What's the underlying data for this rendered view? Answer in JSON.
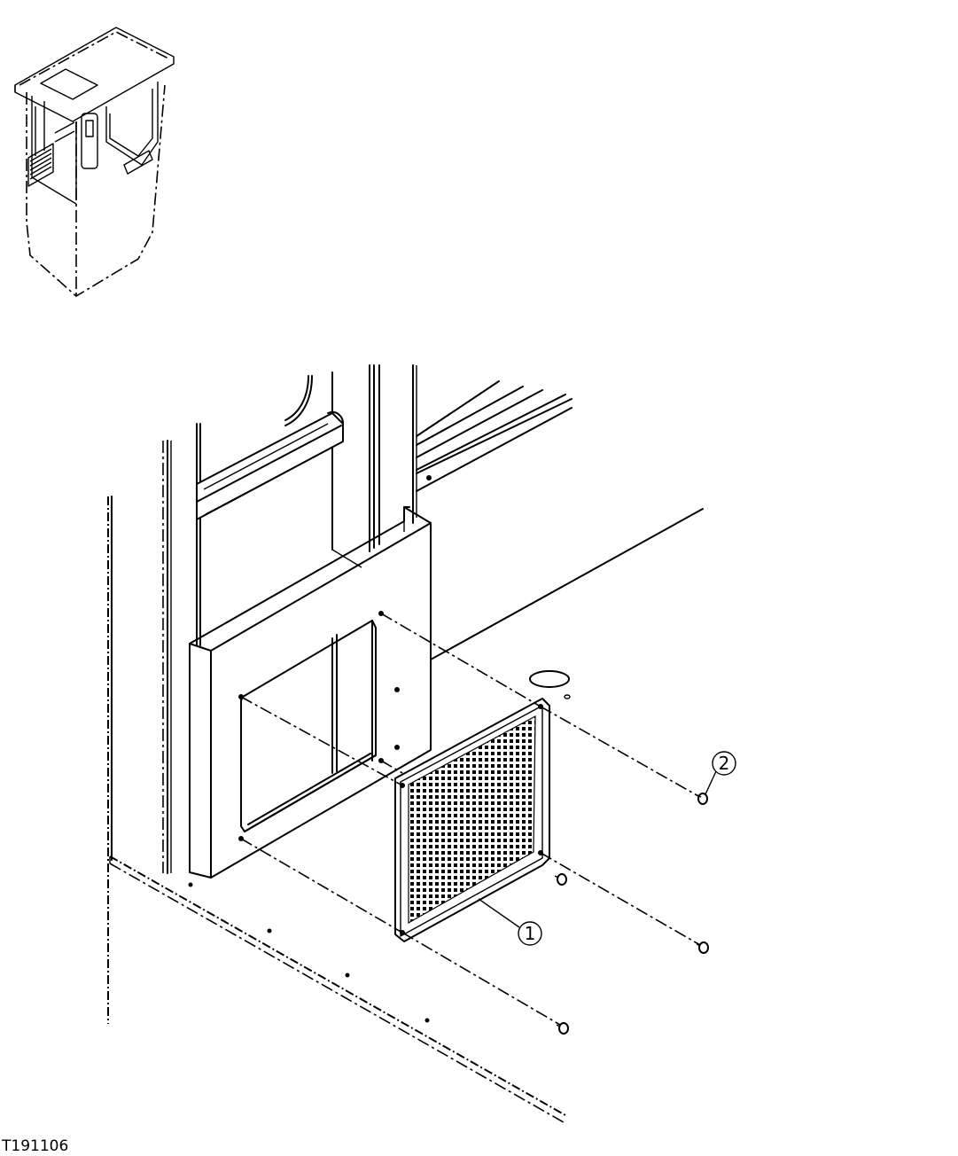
{
  "drawing_id": "T191106",
  "callouts": [
    {
      "label": "1",
      "part": "grille"
    },
    {
      "label": "2",
      "part": "screw"
    }
  ],
  "colors": {
    "line": "#000000",
    "background": "#ffffff"
  }
}
